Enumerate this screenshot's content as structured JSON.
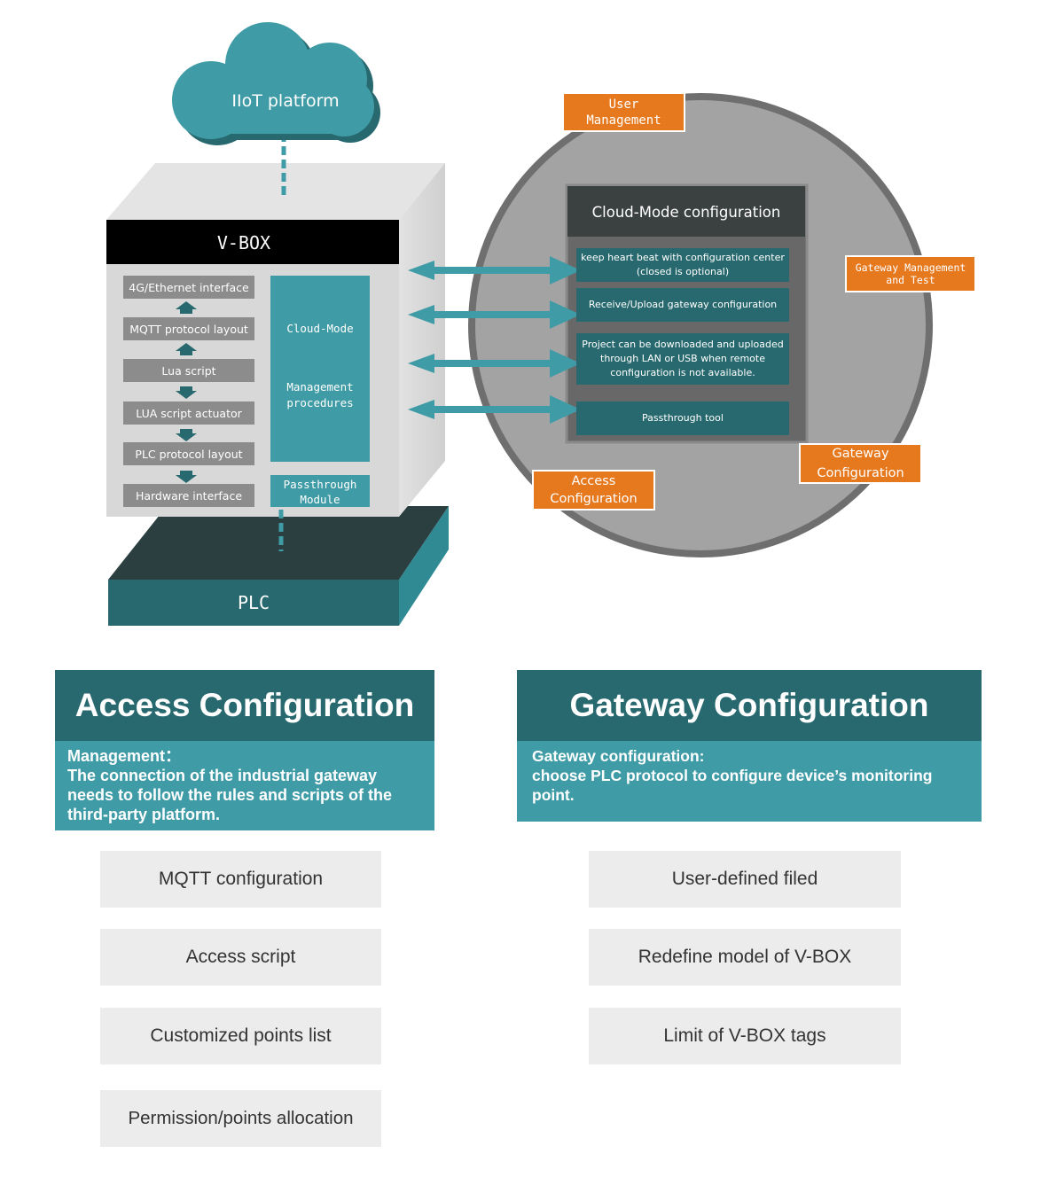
{
  "diagram": {
    "cloud_label": "IIoT platform",
    "vbox_title": "V-BOX",
    "plc_label": "PLC",
    "stack_layers": [
      "4G/Ethernet interface",
      "MQTT protocol layout",
      "Lua script",
      "LUA script actuator",
      "PLC protocol layout",
      "Hardware interface"
    ],
    "cloud_mode_label": "Cloud-Mode",
    "management_label": "Management procedures",
    "passthrough_module_label": "Passthrough Module",
    "cloud_mode_config_title": "Cloud-Mode configuration",
    "cloud_mode_items": [
      "keep heart beat with configuration center (closed is optional)",
      "Receive/Upload gateway configuration",
      "Project can be downloaded and uploaded through LAN or USB when remote configuration is not available.",
      "Passthrough tool"
    ],
    "tags": {
      "user_management": "User Management",
      "gateway_management_test": "Gateway Management and Test",
      "gateway_configuration": "Gateway Configuration",
      "access_configuration": "Access Configuration"
    },
    "colors": {
      "teal_dark": "#27696e",
      "teal_light": "#3f9ba5",
      "orange": "#e6781e",
      "circle_gray": "#a3a3a3"
    }
  },
  "access": {
    "title": "Access Configuration",
    "desc_heading": "Management：",
    "desc_body": "The connection of the industrial gateway needs to follow the rules and scripts of the third-party platform.",
    "items": [
      "MQTT configuration",
      "Access script",
      "Customized points list",
      "Permission/points allocation"
    ]
  },
  "gateway": {
    "title": "Gateway Configuration",
    "desc_heading": "Gateway configuration:",
    "desc_body": "choose PLC protocol to configure device’s monitoring point.",
    "items": [
      "User-defined filed",
      "Redefine model of V-BOX",
      "Limit of V-BOX tags"
    ]
  }
}
